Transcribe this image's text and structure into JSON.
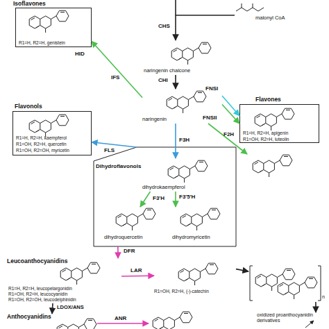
{
  "diagram": {
    "nodes": [
      {
        "text": [
          "Isoflavones",
          "R1=H, R2=H, genistein"
        ]
      },
      {
        "text": [
          "malonyl CoA"
        ]
      },
      {
        "text": [
          "naringenin chalcone"
        ]
      },
      {
        "text": [
          "Flavonols",
          "R1=H, R2=H, kaempferol",
          "R1=OH, R2=H, quercetin",
          "R1=OH, R2=OH, myricetin"
        ]
      },
      {
        "text": [
          "naringenin"
        ]
      },
      {
        "text": [
          "Flavones",
          "R1=H, R2=H, apigenin",
          "R1=OH, R2=H, luteolin"
        ]
      },
      {
        "text": [
          "Dihydroflavonols"
        ]
      },
      {
        "text": [
          "dihydrokaempferol"
        ],
        "in": 6
      },
      {
        "text": [
          "dihydroquercetin"
        ],
        "in": 6
      },
      {
        "text": [
          "dihydromyricetin"
        ],
        "in": 6
      },
      {
        "text": [
          "Leucoanthocyanidins",
          "R1=H, R2=H, leucopelargonidin",
          "R1=OH, R2=H, leucocyanidin",
          "R1=OH, R2=OH, leucodelphinidin"
        ]
      },
      {
        "text": [
          "R1=OH, R2=H, (-)-catechin"
        ]
      },
      {
        "text": [
          "Anthocyanidins"
        ]
      },
      {
        "text": [
          "n"
        ]
      },
      {
        "text": [
          "oxidized proanthocyanidin derivatives"
        ]
      }
    ],
    "edges": [
      {
        "from": 1,
        "to": 2,
        "arrow": "to",
        "label": "CHS"
      },
      {
        "from": 2,
        "to": 4,
        "arrow": "to",
        "label": "CHI"
      },
      {
        "from": 4,
        "to": 0,
        "arrow": "to",
        "label": "IFS"
      },
      {
        "from": 4,
        "to": 5,
        "arrow": "to",
        "label": "FNSI"
      },
      {
        "from": 4,
        "to": 5,
        "arrow": "to",
        "label": "FNSII"
      },
      {
        "from": 4,
        "to": 7,
        "arrow": "to",
        "label": "F3H"
      },
      {
        "from": 6,
        "to": 3,
        "arrow": "to",
        "label": "FLS"
      },
      {
        "from": 7,
        "to": 8,
        "arrow": "to",
        "label": "F3'H"
      },
      {
        "from": 7,
        "to": 9,
        "arrow": "to",
        "label": "F3'5'H"
      },
      {
        "from": 6,
        "to": 10,
        "arrow": "to",
        "label": "DFR"
      },
      {
        "from": 10,
        "to": 11,
        "arrow": "to",
        "label": "LAR"
      },
      {
        "from": 10,
        "to": 12,
        "arrow": "to",
        "label": "LDOX/ANS"
      },
      {
        "from": 11,
        "to": 13,
        "arrow": "to"
      },
      {
        "from": 13,
        "to": 14,
        "arrow": "to"
      }
    ],
    "labels": [
      "HID",
      "F2H",
      "ANR"
    ]
  }
}
